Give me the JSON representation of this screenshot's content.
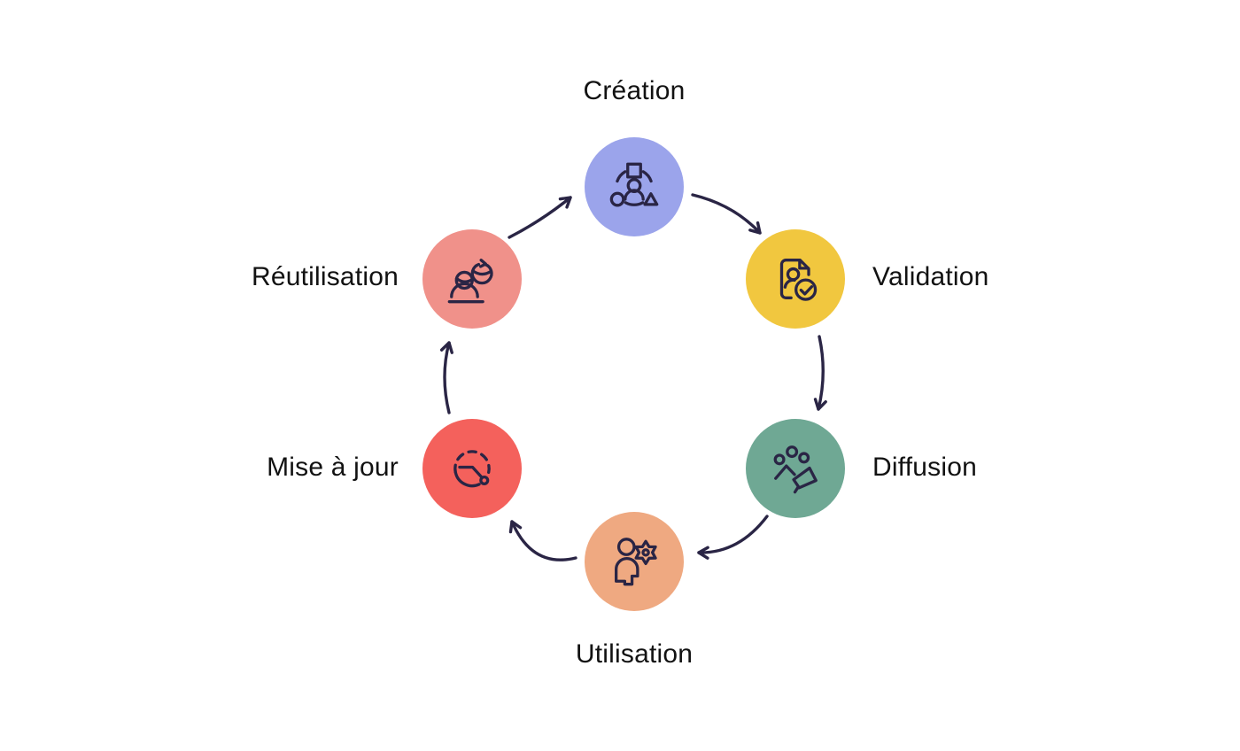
{
  "diagram": {
    "type": "cycle",
    "background": "#FFFFFF",
    "arrow_color": "#2A2545",
    "text_color": "#121212",
    "stages": [
      {
        "label": "Création",
        "color": "#9BA4EB",
        "icon": "person-shapes-icon",
        "position": "top"
      },
      {
        "label": "Validation",
        "color": "#F1C73F",
        "icon": "document-person-check-icon",
        "position": "upper-right"
      },
      {
        "label": "Diffusion",
        "color": "#6FA894",
        "icon": "group-megaphone-icon",
        "position": "lower-right"
      },
      {
        "label": "Utilisation",
        "color": "#EFA981",
        "icon": "person-gear-icon",
        "position": "bottom"
      },
      {
        "label": "Mise à jour",
        "color": "#F4615C",
        "icon": "update-clock-icon",
        "position": "lower-left"
      },
      {
        "label": "Réutilisation",
        "color": "#F0918A",
        "icon": "person-refresh-icon",
        "position": "upper-left"
      }
    ],
    "flow_clockwise": [
      "Création",
      "Validation",
      "Diffusion",
      "Utilisation",
      "Mise à jour",
      "Réutilisation"
    ]
  }
}
